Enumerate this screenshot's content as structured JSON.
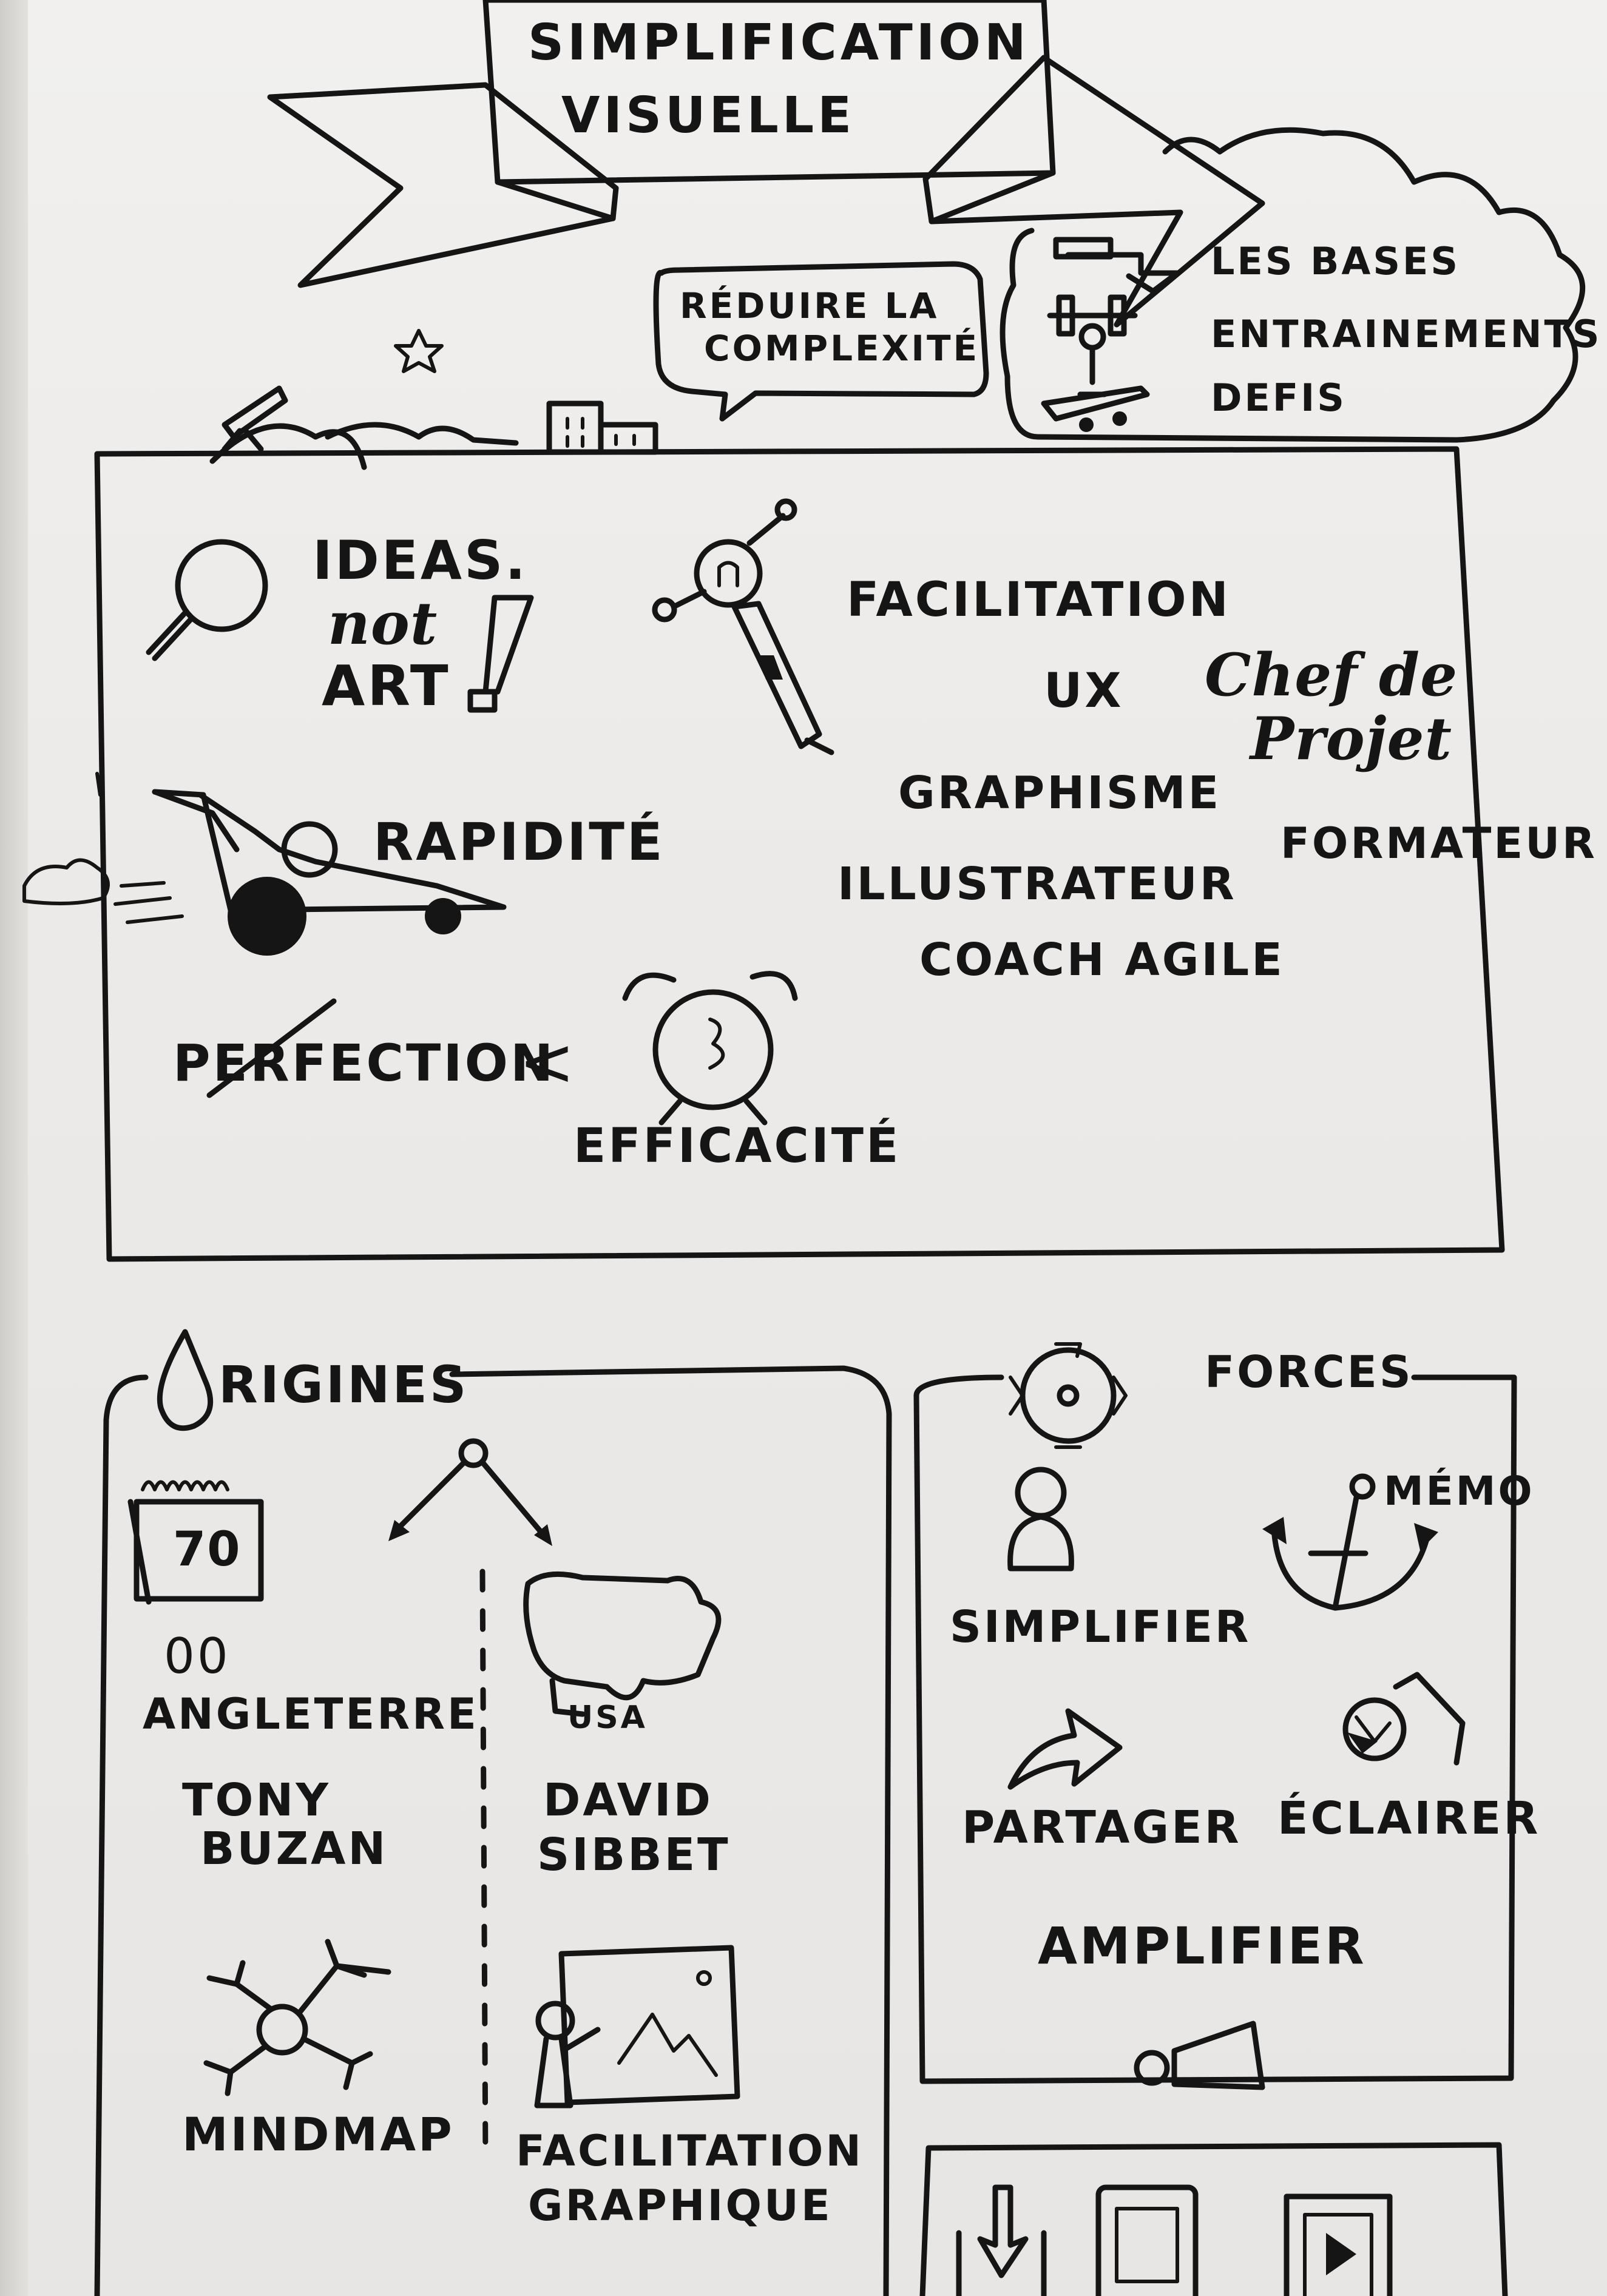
{
  "banner": {
    "line1": "SIMPLIFICATION",
    "line2": "VISUELLE"
  },
  "speech_bubble": {
    "line1": "RÉDUIRE LA",
    "line2": "COMPLEXITÉ"
  },
  "cloud_items": [
    "LES BASES",
    "ENTRAINEMENTS",
    "DEFIS"
  ],
  "ideas": {
    "line1": "IDEAS.",
    "line2": "not",
    "line3": "ART"
  },
  "roles": {
    "facilitation": "FACILITATION",
    "ux": "UX",
    "chef_de_projet_1": "Chef de",
    "chef_de_projet_2": "Projet",
    "graphisme": "GRAPHISME",
    "formateur": "FORMATEUR",
    "illustrateur": "ILLUSTRATEUR",
    "coach_agile": "COACH AGILE"
  },
  "rapidite": "RAPIDITÉ",
  "perfection": "PERFECTION",
  "less_than": "<",
  "efficacite": "EFFICACITÉ",
  "origines": {
    "title": "RIGINES",
    "calendar_year": "70",
    "decade": "00",
    "uk": {
      "country": "ANGLETERRE",
      "person_1": "TONY",
      "person_2": "BUZAN",
      "technique": "MINDMAP"
    },
    "us": {
      "country": "USA",
      "person_1": "DAVID",
      "person_2": "SIBBET",
      "technique_1": "FACILITATION",
      "technique_2": "GRAPHIQUE"
    }
  },
  "forces": {
    "title": "FORCES",
    "items": {
      "simplifier": "SIMPLIFIER",
      "memo": "MÉMO",
      "partager": "PARTAGER",
      "eclairer": "ÉCLAIRER",
      "amplifier": "AMPLIFIER"
    }
  },
  "icons": [
    "magnifier-icon",
    "lightbulb-person-icon",
    "race-car-icon",
    "alarm-clock-icon",
    "cloud-icon",
    "drop-icon",
    "gear-icon",
    "calendar-icon",
    "usa-map-icon",
    "mindmap-icon",
    "flipchart-icon",
    "person-icon",
    "anchor-icon",
    "arrow-icon",
    "lightbulb-icon",
    "megaphone-icon",
    "download-icon",
    "tablet-icon",
    "video-icon"
  ],
  "colors": {
    "ink": "#151515",
    "paper": "#efeeec"
  }
}
